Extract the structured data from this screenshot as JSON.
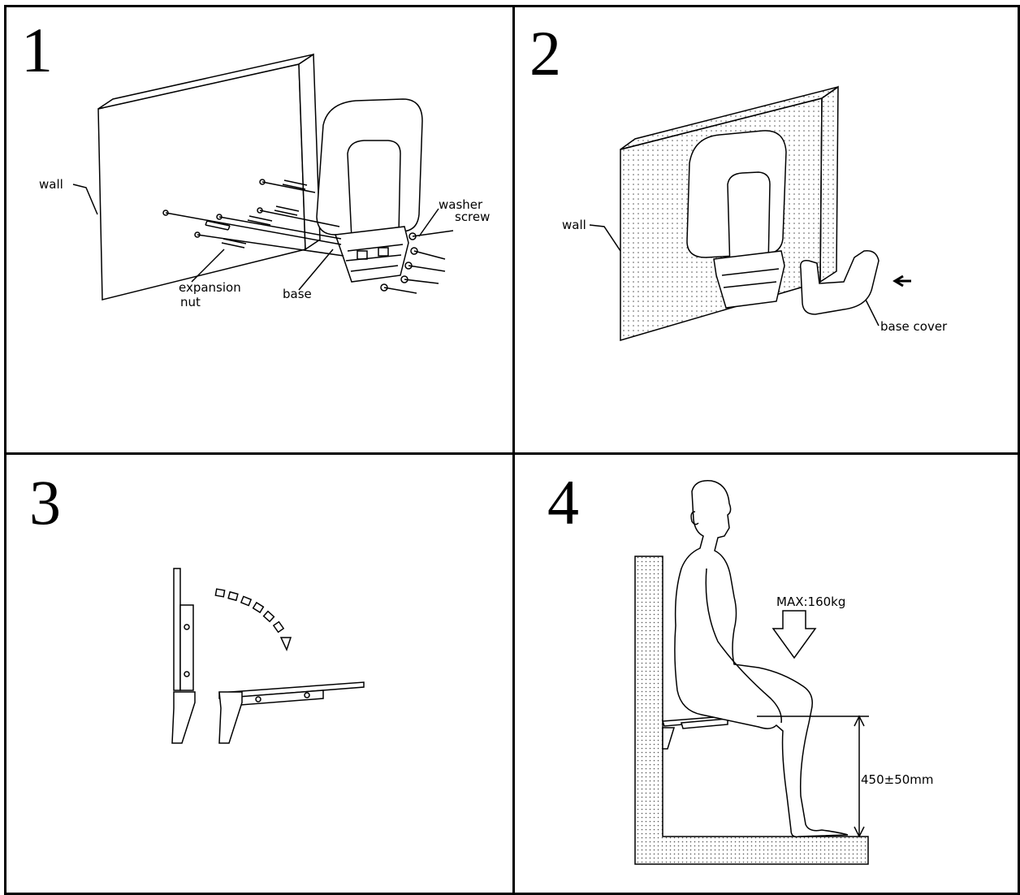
{
  "steps": [
    {
      "number": "1",
      "labels": {
        "wall": "wall",
        "washer": "washer",
        "screw": "screw",
        "expansion": "expansion",
        "nut": "nut",
        "base": "base"
      }
    },
    {
      "number": "2",
      "labels": {
        "wall": "wall",
        "base_cover": "base cover"
      }
    },
    {
      "number": "3",
      "labels": {}
    },
    {
      "number": "4",
      "labels": {
        "max_load": "MAX:160kg",
        "seat_height": "450±50mm"
      }
    }
  ],
  "colors": {
    "ink": "#000000",
    "paper": "#ffffff",
    "stipple": "#555555"
  }
}
